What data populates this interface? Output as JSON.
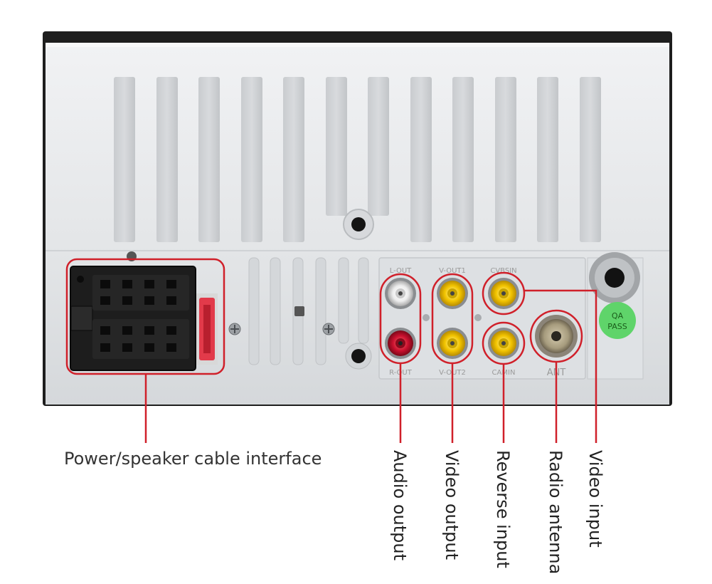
{
  "labels": {
    "power": "Power/speaker cable interface",
    "audio_output": "Audio output",
    "video_output": "Video output",
    "reverse_input": "Reverse input",
    "radio_antenna": "Radio antenna",
    "video_input": "Video input"
  },
  "port_labels": {
    "l_out": "L-OUT",
    "v_out1": "V-OUT1",
    "cvbs_in": "CVBSIN",
    "r_out": "R-OUT",
    "v_out2": "V-OUT2",
    "cam_in": "CAMIN",
    "ant": "ANT"
  },
  "badge": {
    "line1": "QA",
    "line2": "PASS"
  },
  "colors": {
    "highlight": "#d0202a",
    "chassis": "#e6e8ea",
    "jack_white": "#f2f2f2",
    "jack_red": "#c8102e",
    "jack_yellow": "#f2c400",
    "connector": "#222222",
    "fuse": "#e23a4a",
    "badge": "#5fd46a"
  }
}
